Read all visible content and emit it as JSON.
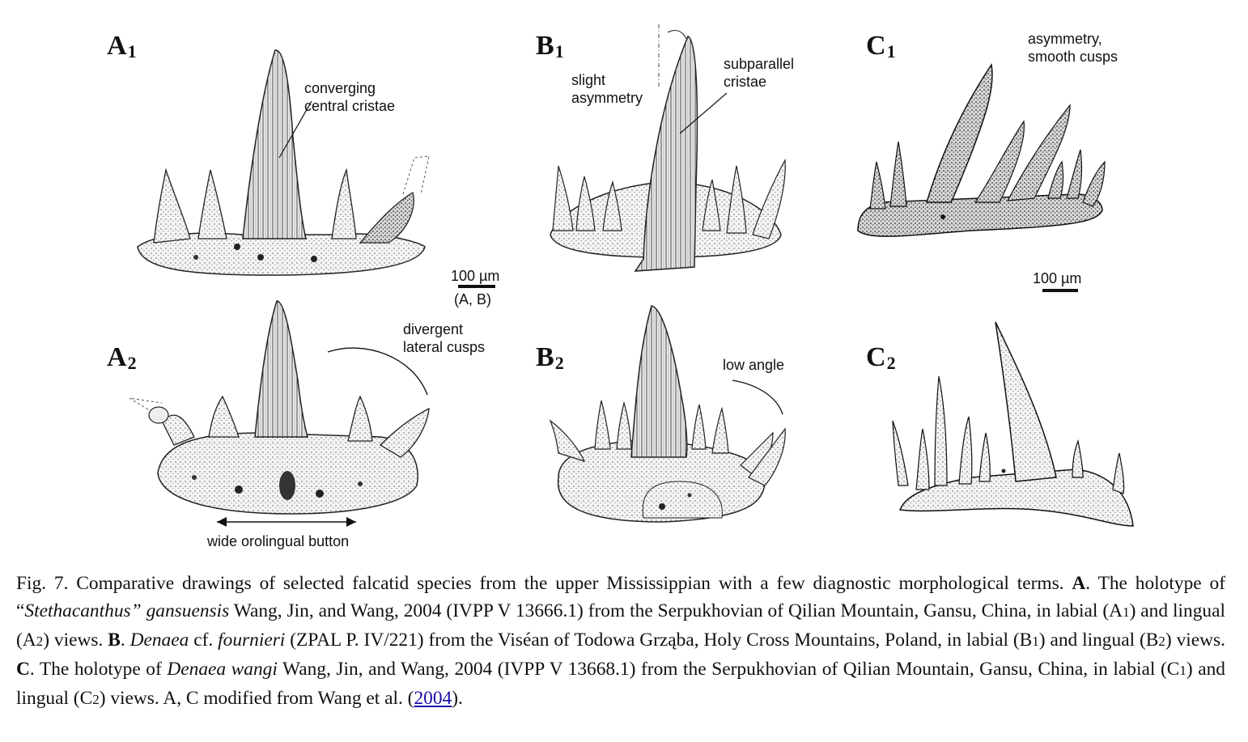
{
  "panels": {
    "a1": "A",
    "a1_sub": "1",
    "a2": "A",
    "a2_sub": "2",
    "b1": "B",
    "b1_sub": "1",
    "b2": "B",
    "b2_sub": "2",
    "c1": "C",
    "c1_sub": "1",
    "c2": "C",
    "c2_sub": "2"
  },
  "annotations": {
    "converging": "converging\ncentral cristae",
    "divergent": "divergent\nlateral cusps",
    "wide_button": "wide orolingual button",
    "slight_asym": "slight\nasymmetry",
    "subparallel": "subparallel\ncristae",
    "low_angle": "low angle",
    "asym_smooth": "asymmetry,\nsmooth cusps",
    "scale_ab": "100 µm",
    "scale_ab_note": "(A, B)",
    "scale_c": "100 µm"
  },
  "caption": {
    "fig": "Fig. 7. Comparative drawings of selected falcatid species from the upper Mississippian with a few diagnostic morphological terms.",
    "a_label": "A",
    "a_t1": ". The holotype of “",
    "a_genus": "Stethacanthus” gansuensis",
    "a_t2": " Wang, Jin, and Wang, 2004 (IVPP V 13666.1) from the Serpukhovian of Qilian Mountain, Gansu, China, in labial (A",
    "a_s1": "1",
    "a_t3": ") and lingual (A",
    "a_s2": "2",
    "a_t4": ") views. ",
    "b_label": "B",
    "b_t1": ". ",
    "b_genus": "Denaea",
    "b_t2": " cf. ",
    "b_species": "fournieri",
    "b_t3": " (ZPAL P. IV/221) from the Viséan of Todowa Grząba, Holy Cross Mountains, Poland, in labial (B",
    "b_s1": "1",
    "b_t4": ") and lingual (B",
    "b_s2": "2",
    "b_t5": ") views. ",
    "c_label": "C",
    "c_t1": ". The holotype of ",
    "c_name": "Denaea wangi",
    "c_t2": " Wang, Jin, and Wang, 2004 (IVPP V 13668.1) from the Serpukhovian of Qilian Mountain, Gansu, China, in labial (C",
    "c_s1": "1",
    "c_t3": ") and lingual (C",
    "c_s2": "2",
    "c_t4": ") views. A, C modified from Wang et al. (",
    "ref_link": "2004",
    "c_t5": ")."
  }
}
